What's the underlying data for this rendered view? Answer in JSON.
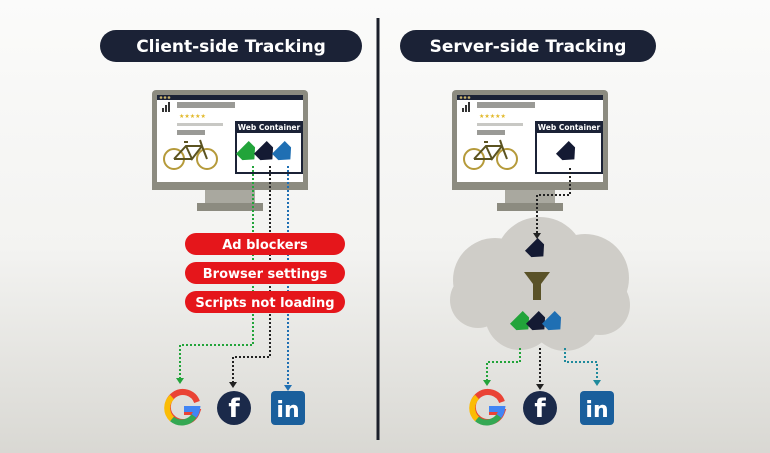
{
  "left": {
    "title": "Client-side Tracking",
    "container_label": "Web Container",
    "blockers": [
      "Ad blockers",
      "Browser settings",
      "Scripts not loading"
    ]
  },
  "right": {
    "title": "Server-side Tracking",
    "container_label": "Web Container"
  },
  "destinations": [
    "google-icon",
    "facebook-icon",
    "linkedin-icon"
  ],
  "colors": {
    "navy": "#1b2236",
    "red": "#e5161b",
    "green": "#22a43a",
    "blue": "#1f6fb3",
    "dark": "#141a33",
    "frame": "#8c8b80"
  }
}
